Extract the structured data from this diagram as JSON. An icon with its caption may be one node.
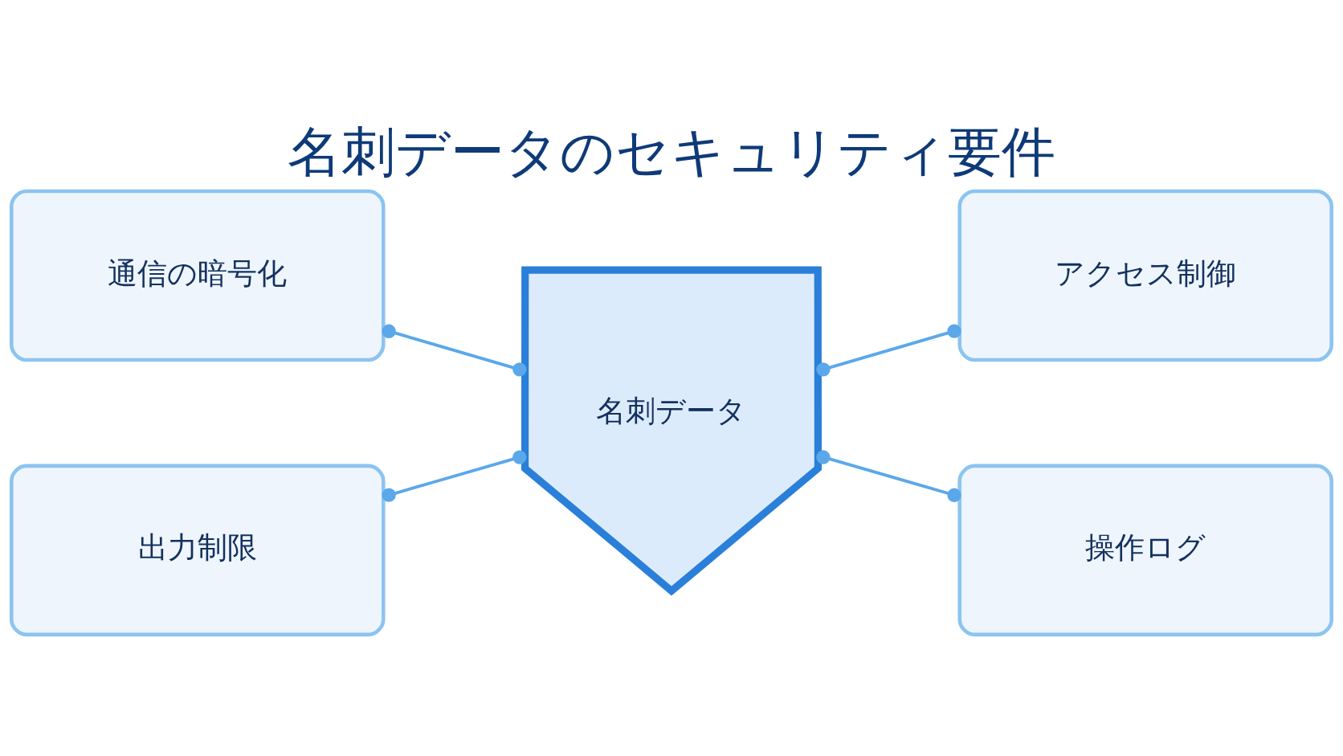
{
  "diagram": {
    "title": "名刺データのセキュリティ要件",
    "nodes": [
      {
        "text": [
          "通信の暗号化"
        ]
      },
      {
        "text": [
          "名刺データ"
        ]
      },
      {
        "text": [
          "アクセス制御"
        ]
      },
      {
        "text": [
          "出力制限"
        ]
      },
      {
        "text": [
          "操作ログ"
        ]
      }
    ],
    "edges": [
      {
        "from": 1,
        "to": 0,
        "arrow": "other"
      },
      {
        "from": 1,
        "to": 2,
        "arrow": "other"
      },
      {
        "from": 1,
        "to": 3,
        "arrow": "other"
      },
      {
        "from": 1,
        "to": 4,
        "arrow": "other"
      }
    ]
  }
}
